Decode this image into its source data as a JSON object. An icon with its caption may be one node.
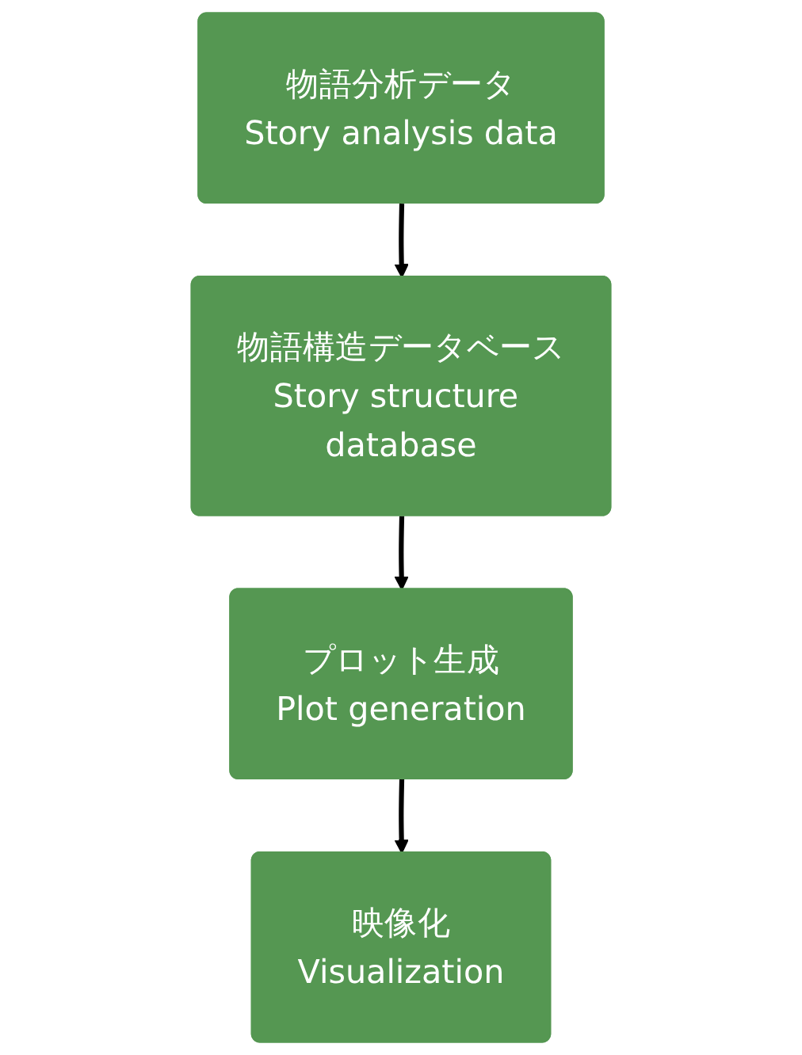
{
  "diagram": {
    "nodes": [
      {
        "text": [
          "物語分析データ",
          "Story analysis data"
        ]
      },
      {
        "text": [
          "物語構造データベース",
          "Story structure database"
        ]
      },
      {
        "text": [
          "プロット生成",
          "Plot generation"
        ]
      },
      {
        "text": [
          "映像化",
          "Visualization"
        ]
      }
    ],
    "edges": [
      {
        "from": 0,
        "to": 1,
        "arrow": "to"
      },
      {
        "from": 1,
        "to": 2,
        "arrow": "to"
      },
      {
        "from": 2,
        "to": 3,
        "arrow": "to"
      }
    ]
  }
}
